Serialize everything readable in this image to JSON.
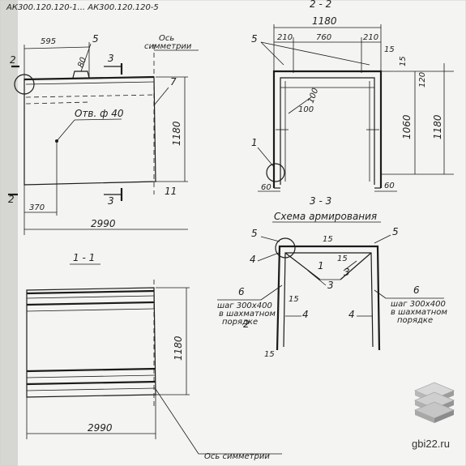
{
  "header": {
    "code": "АК300.120.120-1... АК300.120.120-5"
  },
  "view_2_2": {
    "title": "2 - 2",
    "dims": {
      "total_width": "1180",
      "left": "210",
      "middle": "760",
      "right": "210",
      "top_offset": "15",
      "top_offset_right": "15",
      "top_rib": "120",
      "height_1060": "1060",
      "height_1180": "1180",
      "inner_100": "100",
      "bottom_100": "100",
      "leg_left": "60",
      "leg_right": "60"
    },
    "marks": {
      "m5": "5",
      "m1": "1"
    }
  },
  "elevation": {
    "dims": {
      "d595": "595",
      "d80": "80",
      "d1180": "1180",
      "d370": "370",
      "d2990": "2990"
    },
    "marks": {
      "m2_top": "2",
      "m2_bottom": "2",
      "m5": "5",
      "m3_top": "3",
      "m3_bottom": "3",
      "m7": "7",
      "m11": "11"
    },
    "axis_label": "Ось симметрии",
    "hole_label": "Отв. ф 40"
  },
  "view_1_1": {
    "title": "1 - 1",
    "dims": {
      "d1180": "1180",
      "d2990": "2990"
    },
    "axis_label": "Ось симметрии"
  },
  "view_3_3": {
    "title": "3 - 3",
    "subtitle": "Схема армирования",
    "marks": {
      "m5_left": "5",
      "m5_right": "5",
      "m4_left": "4",
      "m4_leg_left": "4",
      "m4_right": "4",
      "m1": "1",
      "m2": "2",
      "m3_left": "3",
      "m3_right": "3",
      "m6_left": "6",
      "m6_right": "6",
      "m15_top": "15",
      "m15_side": "15",
      "m15_mid": "15",
      "m15_bottom": "15"
    },
    "note_left": [
      "шаг 300х400",
      "в шахматном",
      "порядке"
    ],
    "note_right": [
      "шаг 300х400",
      "в шахматном",
      "порядке"
    ]
  },
  "watermark": {
    "site": "gbi22.ru"
  }
}
